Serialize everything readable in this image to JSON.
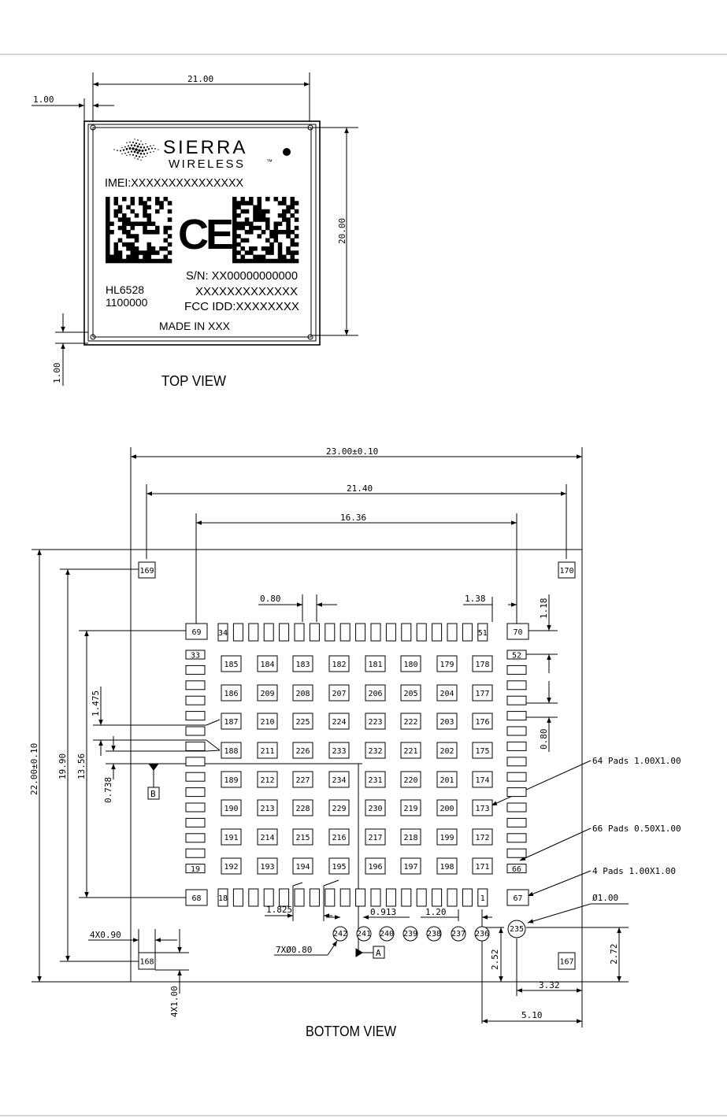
{
  "top_view": {
    "title": "TOP VIEW",
    "dim_width": "21.00",
    "dim_offset": "1.00",
    "dim_height": "20.00",
    "dim_offset_bottom": "1.00",
    "brand_line1": "SIERRA",
    "brand_line2": "WIRELESS",
    "trademark": "™",
    "imei": "IMEI:XXXXXXXXXXXXXXX",
    "ce_mark": "CE",
    "model": "HL6528",
    "model_code": "1100000",
    "serial": "S/N: XX00000000000",
    "serial_line2": "XXXXXXXXXXXXX",
    "fcc": "FCC IDD:XXXXXXXX",
    "made_in": "MADE IN XXX"
  },
  "bottom_view": {
    "title": "BOTTOM VIEW",
    "dim_overall_width": "23.00±0.10",
    "dim_corner_span": "21.40",
    "dim_outer_pin_span": "16.36",
    "dim_pitch": "0.80",
    "dim_side_offset": "1.38",
    "dim_top_offset": "1.18",
    "dim_overall_height": "22.00±0.10",
    "dim_corner_height": "19.90",
    "dim_pin_height": "13.56",
    "dim_1475": "1.475",
    "dim_0738": "0.738",
    "dim_right_pitch": "0.80",
    "dim_4x090": "4X0.90",
    "dim_4x100": "4X1.00",
    "dim_1825": "1.825",
    "dim_7x": "7XØ0.80",
    "dim_0913": "0.913",
    "dim_120": "1.20",
    "dim_phi100": "Ø1.00",
    "dim_252": "2.52",
    "dim_272": "2.72",
    "dim_332": "3.32",
    "dim_510": "5.10",
    "datum_a": "A",
    "datum_b": "B",
    "callout_64": "64 Pads 1.00X1.00",
    "callout_66": "66 Pads 0.50X1.00",
    "callout_4": "4 Pads 1.00X1.00",
    "corner_pins": [
      "169",
      "170",
      "168",
      "167"
    ],
    "edge_pins": {
      "top_left": "69",
      "top_first": "34",
      "top_last": "51",
      "top_right": "70",
      "left_top": "33",
      "left_bottom": "19",
      "right_top": "52",
      "right_bottom": "66",
      "bottom_left": "68",
      "bottom_first": "18",
      "bottom_last": "1",
      "bottom_right": "67"
    },
    "grid_rows": [
      [
        "185",
        "184",
        "183",
        "182",
        "181",
        "180",
        "179",
        "178"
      ],
      [
        "186",
        "209",
        "208",
        "207",
        "206",
        "205",
        "204",
        "177"
      ],
      [
        "187",
        "210",
        "225",
        "224",
        "223",
        "222",
        "203",
        "176"
      ],
      [
        "188",
        "211",
        "226",
        "233",
        "232",
        "221",
        "202",
        "175"
      ],
      [
        "189",
        "212",
        "227",
        "234",
        "231",
        "220",
        "201",
        "174"
      ],
      [
        "190",
        "213",
        "228",
        "229",
        "230",
        "219",
        "200",
        "173"
      ],
      [
        "191",
        "214",
        "215",
        "216",
        "217",
        "218",
        "199",
        "172"
      ],
      [
        "192",
        "193",
        "194",
        "195",
        "196",
        "197",
        "198",
        "171"
      ]
    ],
    "round_pads": [
      "242",
      "241",
      "240",
      "239",
      "238",
      "237",
      "236",
      "235"
    ]
  }
}
